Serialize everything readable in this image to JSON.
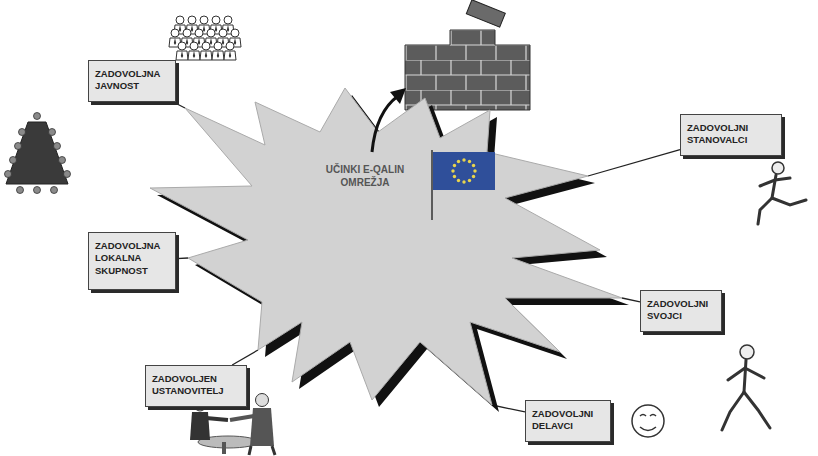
{
  "diagram": {
    "nodes": [
      {
        "text": [
          "UČINKI E-QALIN OMREŽJA"
        ]
      },
      {
        "text": [
          "ZADOVOLJNA JAVNOST"
        ]
      },
      {
        "text": [
          "ZADOVOLJNA LOKALNA SKUPNOST"
        ]
      },
      {
        "text": [
          "ZADOVOLJEN USTANOVITELJ"
        ]
      },
      {
        "text": [
          "ZADOVOLJNI DELAVCI"
        ]
      },
      {
        "text": [
          "ZADOVOLJNI SVOJCI"
        ]
      },
      {
        "text": [
          "ZADOVOLJNI STANOVALCI"
        ]
      }
    ],
    "edges": [
      {
        "from": 0,
        "to": 1,
        "arrow": "none"
      },
      {
        "from": 0,
        "to": 2,
        "arrow": "none"
      },
      {
        "from": 0,
        "to": 3,
        "arrow": "none"
      },
      {
        "from": 0,
        "to": 4,
        "arrow": "none"
      },
      {
        "from": 0,
        "to": 5,
        "arrow": "none"
      },
      {
        "from": 0,
        "to": 6,
        "arrow": "none"
      }
    ]
  }
}
